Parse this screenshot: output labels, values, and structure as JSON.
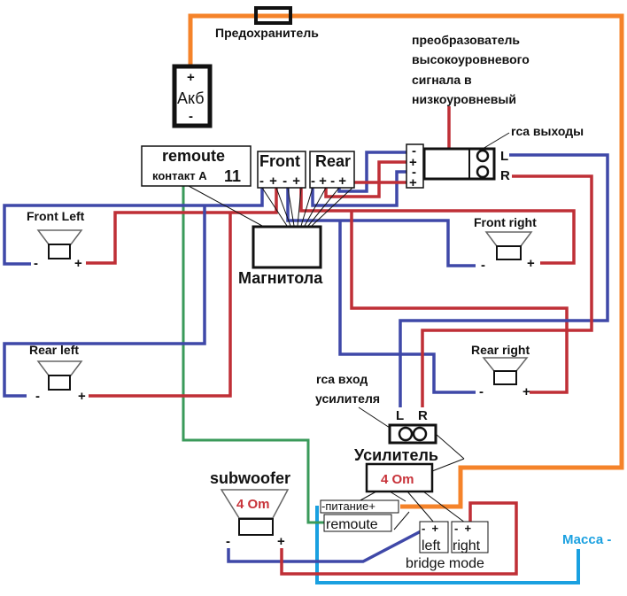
{
  "fuse": {
    "label": "Предохранитель"
  },
  "battery": {
    "label": "Акб",
    "plus": "+",
    "minus": "-"
  },
  "converter": {
    "label_lines": [
      "преобразователь",
      "высокоуровневого",
      "сигнала в",
      "низкоуровневый"
    ],
    "rca_outputs_label": "rca выходы",
    "terminals": [
      "-",
      "+",
      "-",
      "+"
    ],
    "out_l": "L",
    "out_r": "R"
  },
  "head_unit": {
    "label": "Магнитола",
    "remote_title": "remoute",
    "remote_contact": "контакт А",
    "remote_pin": "11",
    "front_label": "Front",
    "rear_label": "Rear",
    "terminals": "- + - +"
  },
  "speakers": {
    "front_left": "Front Left",
    "front_right": "Front right",
    "rear_left": "Rear left",
    "rear_right": "Rear right",
    "minus": "-",
    "plus": "+"
  },
  "amplifier": {
    "label": "Усилитель",
    "impedance": "4 Om",
    "rca_input_lines": [
      "rca вход",
      "усилителя"
    ],
    "in_l": "L",
    "in_r": "R",
    "power_label": "-питание+",
    "remote_label": "remoute",
    "left_label": "left",
    "right_label": "right",
    "bridge_terms": "-  +",
    "bridge_mode": "bridge mode"
  },
  "subwoofer": {
    "label": "subwoofer",
    "impedance": "4 Om",
    "minus": "-",
    "plus": "+"
  },
  "ground": {
    "label": "Масса -"
  },
  "colors": {
    "power": "#f5832a",
    "negative": "#3f48a8",
    "positive": "#bf2f36",
    "remote": "#3a9a5a",
    "ground": "#1aa0e0",
    "impedance_text": "#c8333a"
  }
}
